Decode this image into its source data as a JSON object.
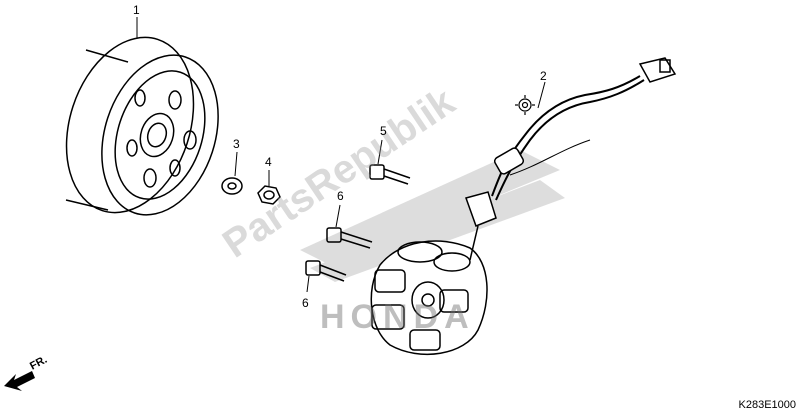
{
  "callouts": {
    "flywheel": "1",
    "stator": "2",
    "washer": "3",
    "nut": "4",
    "bolt_upper": "5",
    "bolt_mid": "6",
    "bolt_lower": "6"
  },
  "diagram_code": "K283E1000",
  "front_indicator": "FR.",
  "watermark": {
    "text": "PartsRepublik",
    "brand": "HONDA"
  },
  "icons": [
    "gear-icon",
    "front-arrow-icon"
  ],
  "colors": {
    "line": "#000000",
    "watermark": "#9a9a9a"
  }
}
